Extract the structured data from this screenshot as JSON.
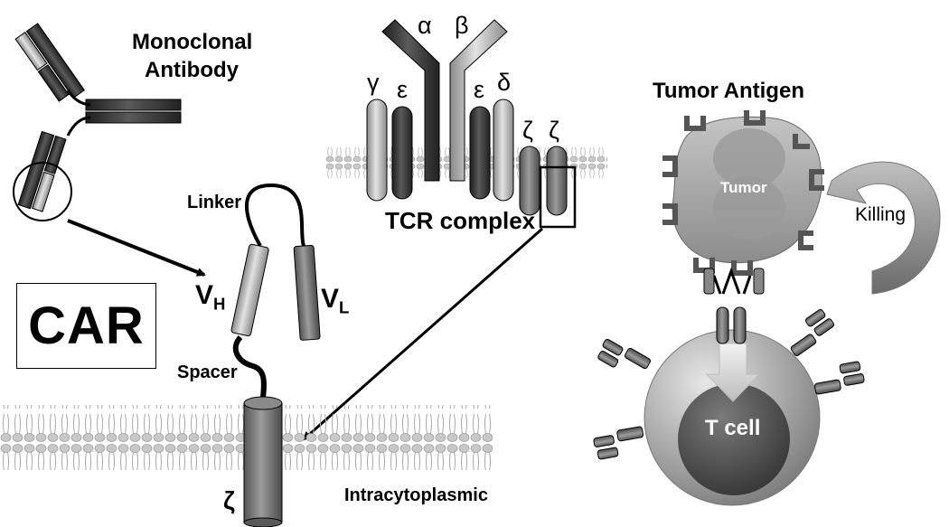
{
  "labels": {
    "monoclonal_line1": "Monoclonal",
    "monoclonal_line2": "Antibody",
    "alpha": "α",
    "beta": "β",
    "gamma": "γ",
    "epsilon_left": "ε",
    "epsilon_right": "ε",
    "delta": "δ",
    "zeta_1": "ζ",
    "zeta_2": "ζ",
    "tcr_complex": "TCR complex",
    "tumor_antigen": "Tumor Antigen",
    "tumor": "Tumor",
    "killing": "Killing",
    "linker": "Linker",
    "vh_main": "V",
    "vh_sub": "H",
    "vl_main": "V",
    "vl_sub": "L",
    "car": "CAR",
    "spacer": "Spacer",
    "zeta_car": "ζ",
    "intracytoplasmic": "Intracytoplasmic",
    "t_cell": "T cell"
  },
  "colors": {
    "dark_chain": "#3a3a3a",
    "mid_chain": "#7a7a7a",
    "light_chain": "#b8b8b8",
    "membrane_head": "#bdbdbd",
    "tumor_cell": "#a7a7a7",
    "t_cell_outer": "#9c9c9c",
    "t_cell_nucleus": "#555555"
  },
  "icons": [
    "antibody-icon",
    "tcr-complex-icon",
    "car-receptor-icon",
    "tumor-cell-icon",
    "t-cell-icon",
    "killing-arrow-icon",
    "membrane-icon"
  ]
}
